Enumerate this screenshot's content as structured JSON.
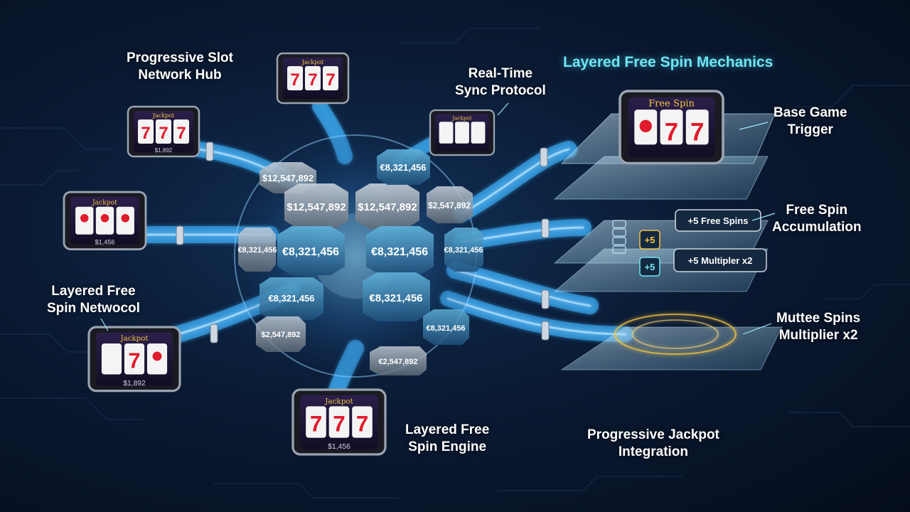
{
  "colors": {
    "background": "#07142a",
    "fiber": "#3fb4ff",
    "cyan_accent": "#6fe6f2",
    "tile_blue": "#2d6f9e",
    "tile_grey": "#8d98a6",
    "gold": "#f5c542",
    "slot_red": "#e01b2b"
  },
  "labels": {
    "hub": [
      "Progressive Slot",
      "Network Hub"
    ],
    "sync": [
      "Real-Time",
      "Sync Protocol"
    ],
    "layered_left": [
      "Layered Free",
      "Spin Netwocol"
    ],
    "engine": [
      "Layered Free",
      "Spin Engine"
    ],
    "jackpot": [
      "Progressive Jackpot",
      "Integration"
    ]
  },
  "mechanics": {
    "title": "Layered Free Spin Mechanics",
    "base_trigger": [
      "Base Game",
      "Trigger"
    ],
    "accumulation": [
      "Free Spin",
      "Accumulation"
    ],
    "multiplier": [
      "Muttee Spins",
      "Multiplier x2"
    ],
    "plus5_a": "+5",
    "plus5_b": "+5",
    "chip_free_spins": "+5 Free Spins",
    "chip_multiplier": "+5 Multipler x2",
    "free_spin_screen": "Free Spin"
  },
  "sphere_tiles": {
    "t1": "$12,547,892",
    "t2": "$12,547,892",
    "t3": "$12,547,892",
    "t4": "$2,547,892",
    "t5": "€8,321,456",
    "t6": "€8,321,456",
    "t7": "€8,321,456",
    "t8": "€8,321,456",
    "t9": "€8,321,456",
    "t10": "€8,321,456",
    "t11": "$2,547,892",
    "t12": "€8,321,456",
    "t13": "€2,547,892",
    "t14": "€8,321,456"
  },
  "slot_screens": {
    "s1": "Jackpot",
    "s1_bottom": "$1,892",
    "s2": "Jackpot",
    "s3": "Jackpot",
    "s3_bottom": "$1,456",
    "s4": "Jackpot",
    "s5": "Jackpot",
    "s5_bottom": "$1,892",
    "s6": "Jackpot",
    "s6_bottom": "$1,456",
    "reel_symbol": "7"
  },
  "icons": {
    "reel_icon": "seven-symbol",
    "cherry_icon": "cherry",
    "stack_icon": "coin-stack"
  }
}
